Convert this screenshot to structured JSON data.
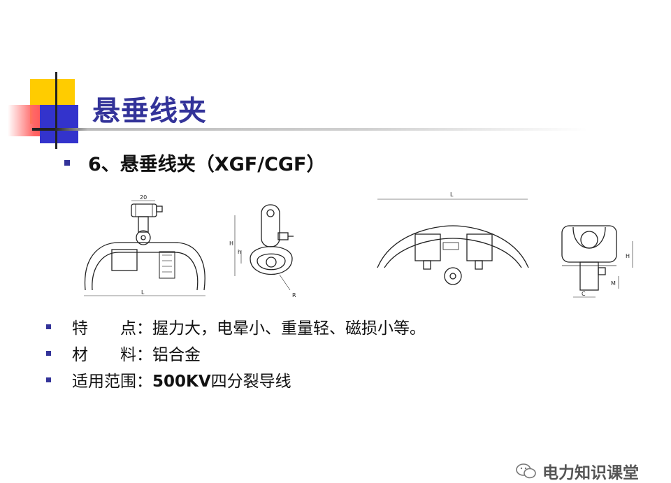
{
  "slide": {
    "title": "悬垂线夹",
    "subtitle": "6、悬垂线夹（XGF/CGF）"
  },
  "figure": {
    "dim_20": "20",
    "dim_L_left": "L",
    "dim_H_mid": "H",
    "dim_h_mid": "h",
    "dim_R_mid": "R",
    "dim_L_right": "L",
    "dim_H_right": "H",
    "dim_M_right": "M",
    "dim_C_right": "C"
  },
  "bullets": [
    {
      "label": "特　　点：",
      "value": "握力大，电晕小、重量轻、磁损小等。"
    },
    {
      "label": "材　　料：",
      "value": "铝合金"
    },
    {
      "label": "适用范围：",
      "value_num": "500KV",
      "value": "四分裂导线"
    }
  ],
  "watermark": {
    "text": "电力知识课堂",
    "icon": "wechat-icon"
  },
  "colors": {
    "accent_blue": "#333399",
    "yellow": "#ffcc00",
    "red": "#ff4444"
  }
}
